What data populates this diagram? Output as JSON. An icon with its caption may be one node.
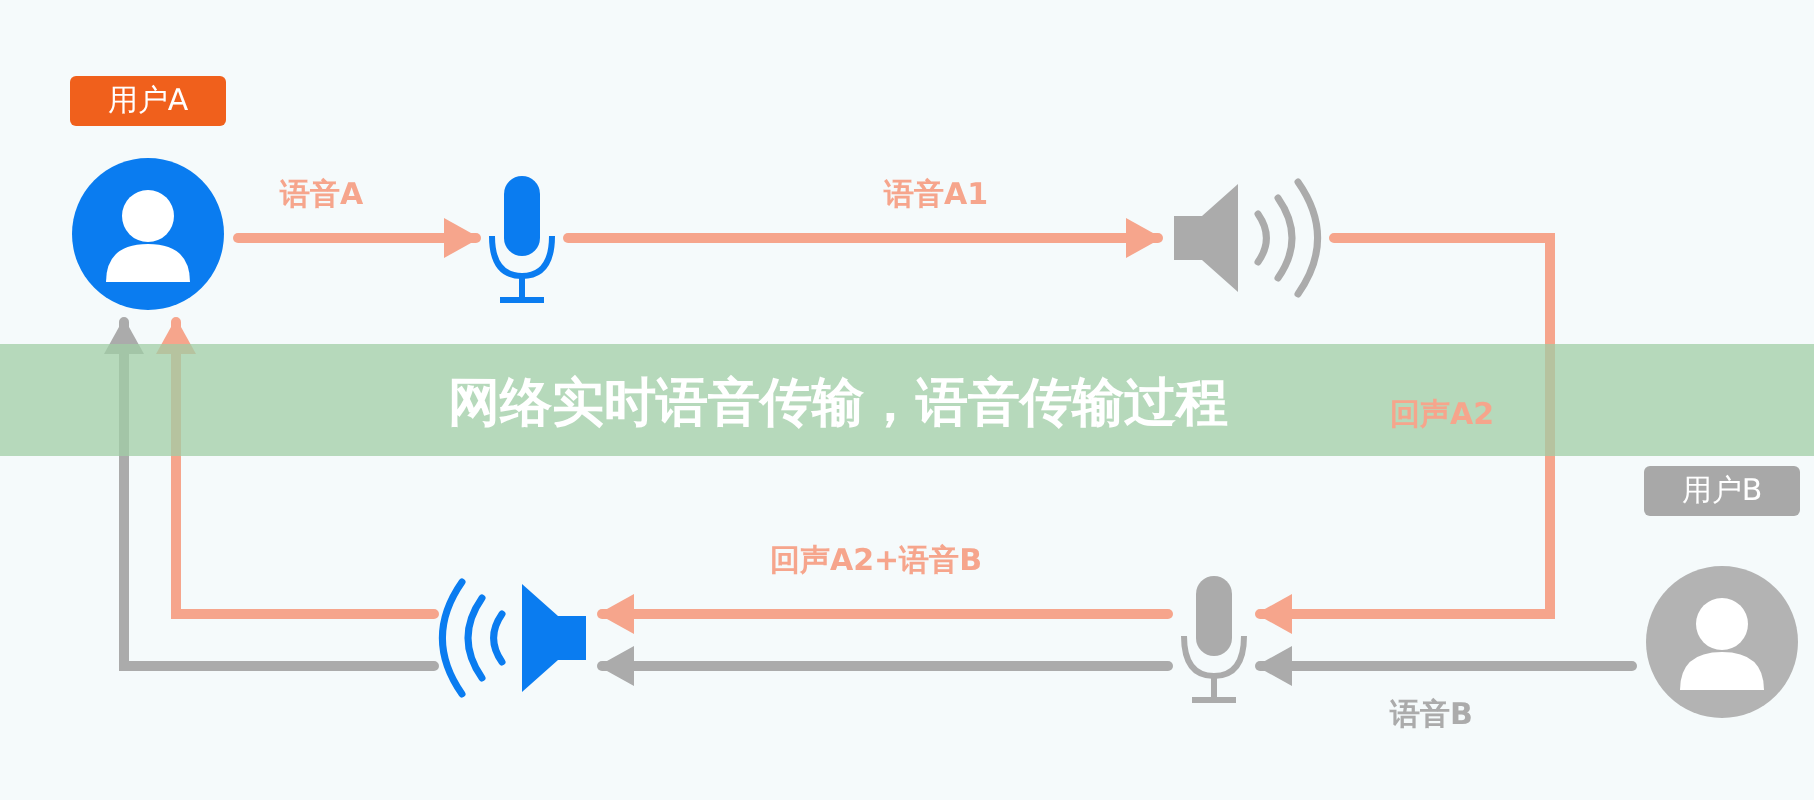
{
  "diagram": {
    "title": "网络实时语音传输，语音传输过程",
    "nodes": [
      {
        "text": [
          "用户A"
        ]
      },
      {
        "text": [],
        "shape": "picture"
      },
      {
        "text": [],
        "shape": "picture"
      },
      {
        "text": [
          "用户B"
        ]
      },
      {
        "text": [],
        "shape": "picture"
      },
      {
        "text": [],
        "shape": "picture"
      }
    ],
    "edges": [
      {
        "from": 0,
        "to": 1,
        "arrow": "to",
        "label": "语音A"
      },
      {
        "from": 1,
        "to": 2,
        "arrow": "to",
        "label": "语音A1"
      },
      {
        "from": 2,
        "to": 4,
        "arrow": "to",
        "label": "回声A2"
      },
      {
        "from": 3,
        "to": 4,
        "arrow": "to",
        "label": "语音B",
        "color": "#ababab"
      },
      {
        "from": 4,
        "to": 5,
        "arrow": "to",
        "label": "回声A2+语音B"
      },
      {
        "from": 4,
        "to": 5,
        "arrow": "to",
        "color": "#ababab"
      },
      {
        "from": 5,
        "to": 0,
        "arrow": "to"
      },
      {
        "from": 5,
        "to": 0,
        "arrow": "to",
        "color": "#ababab"
      }
    ]
  }
}
